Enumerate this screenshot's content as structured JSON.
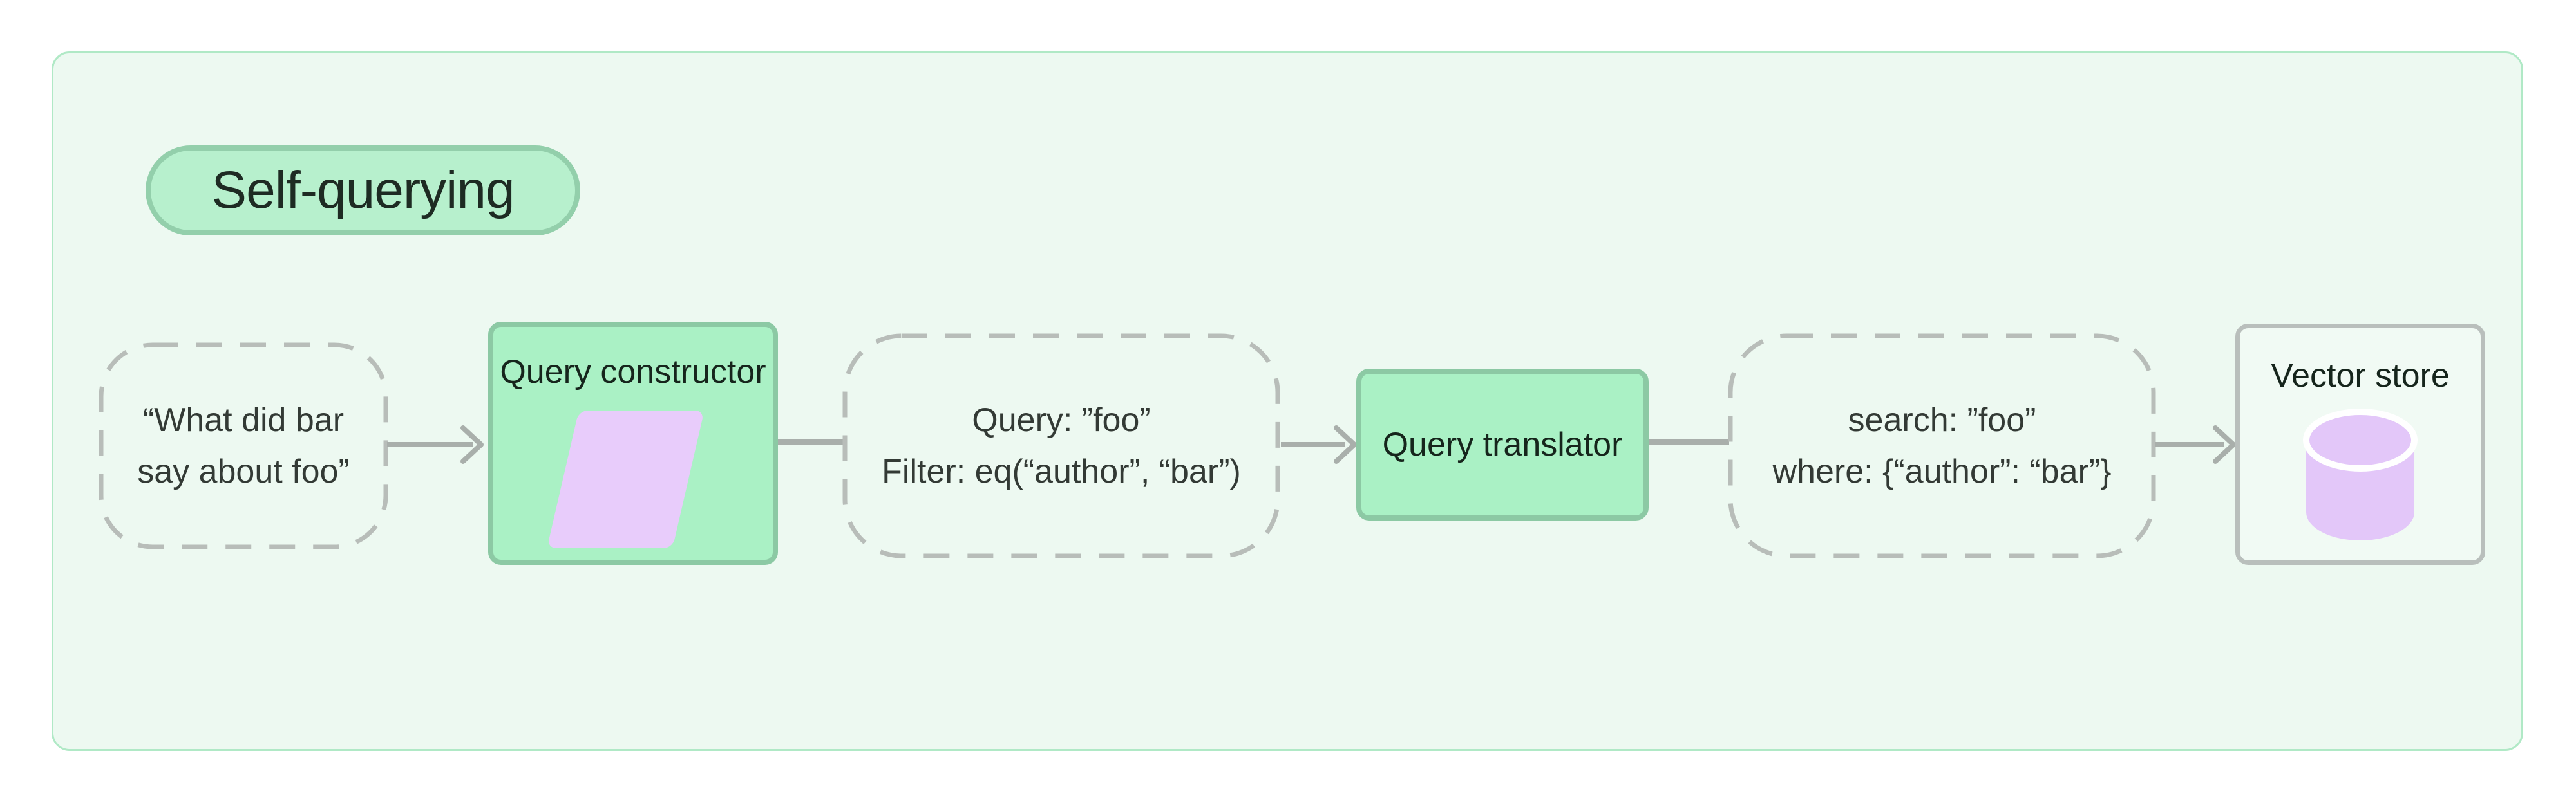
{
  "title": {
    "label": "Self-querying"
  },
  "nodes": [
    {
      "id": "user-query",
      "kind": "dashed",
      "lines": [
        "“What did bar",
        "say about foo”"
      ]
    },
    {
      "id": "query-constructor",
      "kind": "green",
      "label": "Query constructor",
      "icon": "parallelogram-icon"
    },
    {
      "id": "structured-query",
      "kind": "dashed",
      "lines": [
        "Query: ”foo”",
        "Filter: eq(“author”, “bar”)"
      ]
    },
    {
      "id": "query-translator",
      "kind": "green",
      "label": "Query translator"
    },
    {
      "id": "translated-query",
      "kind": "dashed",
      "lines": [
        "search: ”foo”",
        "where: {“author”: “bar”}"
      ]
    },
    {
      "id": "vector-store",
      "kind": "outlined",
      "label": "Vector store",
      "icon": "database-icon"
    }
  ],
  "connectors": [
    {
      "from": "user-query",
      "to": "query-constructor",
      "style": "arrow"
    },
    {
      "from": "query-constructor",
      "to": "structured-query",
      "style": "line"
    },
    {
      "from": "structured-query",
      "to": "query-translator",
      "style": "arrow"
    },
    {
      "from": "query-translator",
      "to": "translated-query",
      "style": "line"
    },
    {
      "from": "translated-query",
      "to": "vector-store",
      "style": "arrow"
    }
  ],
  "colors": {
    "page-bg": "#ffffff",
    "panel-bg": "#edf9f1",
    "panel-border": "#b0e9c6",
    "pill-bg": "#b7f0cd",
    "pill-border": "#93cfab",
    "green-fill": "#aaf1c5",
    "green-border": "#8cc9a4",
    "dash": "#b8bdb9",
    "arrow": "#a9afab",
    "outline-fill": "#f1faf4",
    "outline-border": "#b9bfbc",
    "purple": "#e8ccfb",
    "purple-dark": "#e3c7f9",
    "title-text": "#1e2b23",
    "node-text": "#333a35",
    "label-text": "#16251c"
  }
}
